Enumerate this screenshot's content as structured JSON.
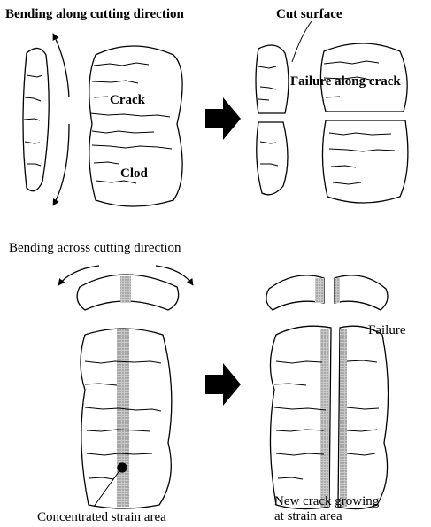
{
  "top_panel": {
    "title": "Bending along cutting direction",
    "crack_label": "Crack",
    "clod_label": "Clod",
    "cut_surface_label": "Cut surface",
    "failure_label": "Failure along crack"
  },
  "bottom_panel": {
    "title": "Bending across cutting direction",
    "failure_label": "Failure",
    "strain_label": "Concentrated strain area",
    "new_crack_label_line1": "New crack growing",
    "new_crack_label_line2": "at strain area"
  },
  "colors": {
    "ink": "#000000",
    "strain_fill": "#b8b8b8",
    "background": "#ffffff"
  },
  "icons": [
    "arrow-right-icon",
    "curved-arrow-icon"
  ]
}
